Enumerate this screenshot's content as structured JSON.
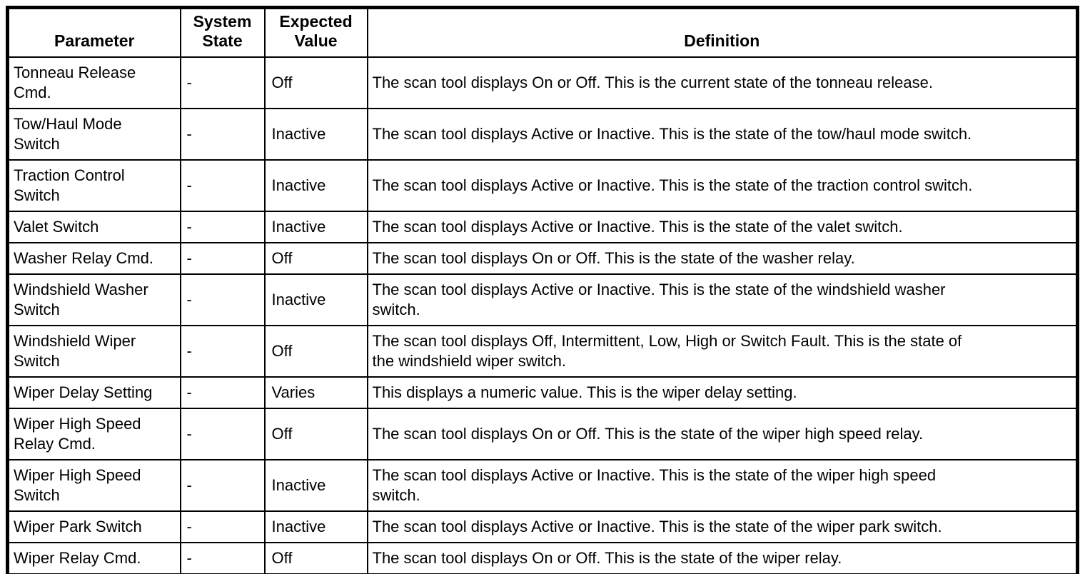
{
  "table": {
    "columns": [
      {
        "key": "parameter",
        "label": "Parameter"
      },
      {
        "key": "system_state",
        "label": "System\nState"
      },
      {
        "key": "expected_value",
        "label": "Expected\nValue"
      },
      {
        "key": "definition",
        "label": "Definition"
      }
    ],
    "rows": [
      {
        "parameter": "Tonneau Release\nCmd.",
        "system_state": "-",
        "expected_value": "Off",
        "definition": "The scan tool displays On or Off. This is the current state of the tonneau release."
      },
      {
        "parameter": "Tow/Haul Mode\nSwitch",
        "system_state": "-",
        "expected_value": "Inactive",
        "definition": "The scan tool displays Active or Inactive. This is the state of the tow/haul mode switch."
      },
      {
        "parameter": "Traction Control\nSwitch",
        "system_state": "-",
        "expected_value": "Inactive",
        "definition": "The scan tool displays Active or Inactive. This is the state of the traction control switch."
      },
      {
        "parameter": "Valet Switch",
        "system_state": "-",
        "expected_value": "Inactive",
        "definition": "The scan tool displays Active or Inactive. This is the state of the valet switch."
      },
      {
        "parameter": "Washer Relay Cmd.",
        "system_state": "-",
        "expected_value": "Off",
        "definition": "The scan tool displays On or Off. This is the state of the washer relay."
      },
      {
        "parameter": "Windshield Washer\nSwitch",
        "system_state": "-",
        "expected_value": "Inactive",
        "definition": "The scan tool displays Active or Inactive. This is the state of the windshield washer\nswitch."
      },
      {
        "parameter": "Windshield Wiper\nSwitch",
        "system_state": "-",
        "expected_value": "Off",
        "definition": "The scan tool displays Off, Intermittent, Low, High or Switch Fault. This is the state of\nthe windshield wiper switch."
      },
      {
        "parameter": "Wiper Delay Setting",
        "system_state": "-",
        "expected_value": "Varies",
        "definition": "This displays a numeric value. This is the wiper delay setting."
      },
      {
        "parameter": "Wiper High Speed\nRelay Cmd.",
        "system_state": "-",
        "expected_value": "Off",
        "definition": "The scan tool displays On or Off. This is the state of the wiper high speed relay."
      },
      {
        "parameter": "Wiper High Speed\nSwitch",
        "system_state": "-",
        "expected_value": "Inactive",
        "definition": "The scan tool displays Active or Inactive. This is the state of the wiper high speed\nswitch."
      },
      {
        "parameter": "Wiper Park Switch",
        "system_state": "-",
        "expected_value": "Inactive",
        "definition": "The scan tool displays Active or Inactive. This is the state of the wiper park switch."
      },
      {
        "parameter": "Wiper Relay Cmd.",
        "system_state": "-",
        "expected_value": "Off",
        "definition": "The scan tool displays On or Off. This is the state of the wiper relay."
      }
    ]
  }
}
